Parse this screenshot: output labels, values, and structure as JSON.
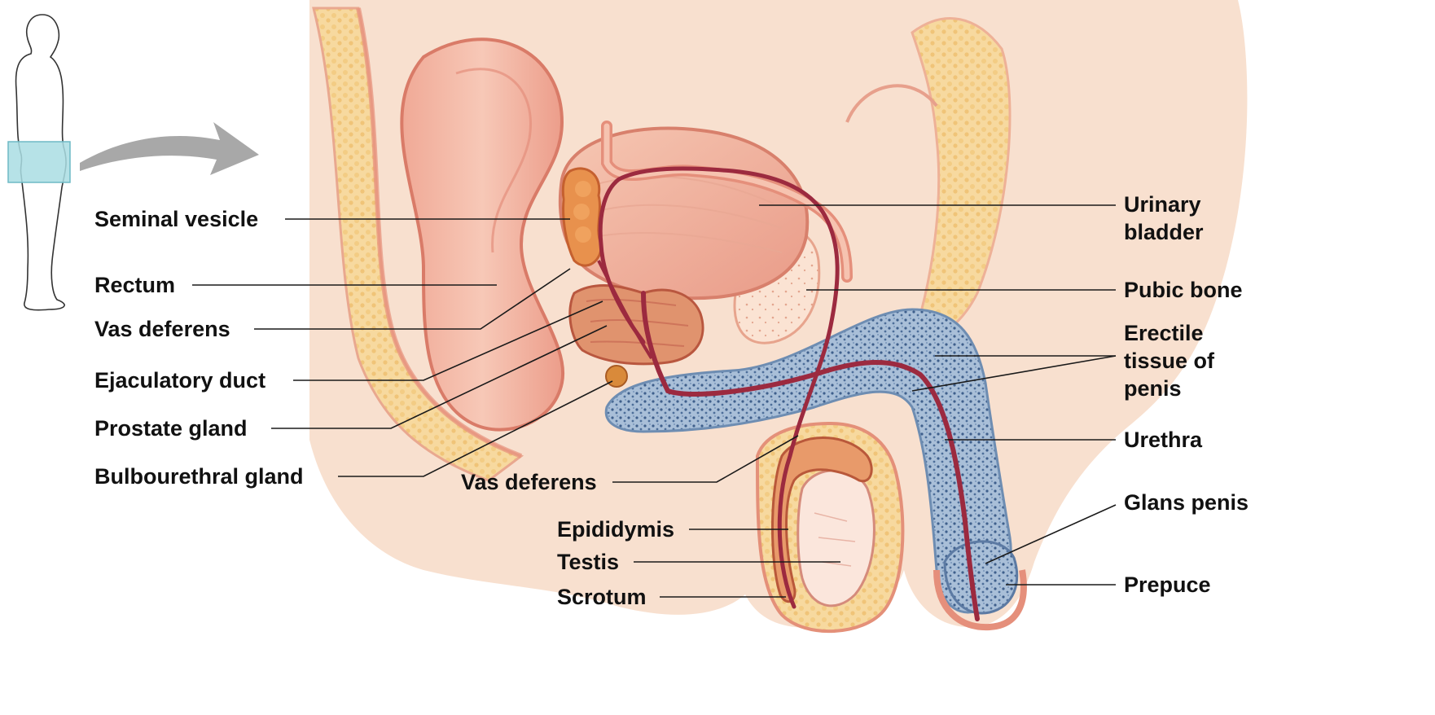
{
  "labels": {
    "seminal_vesicle": "Seminal vesicle",
    "rectum": "Rectum",
    "vas_deferens_upper": "Vas deferens",
    "ejaculatory_duct": "Ejaculatory duct",
    "prostate_gland": "Prostate gland",
    "bulbourethral_gland": "Bulbourethral gland",
    "vas_deferens_lower": "Vas deferens",
    "epididymis": "Epididymis",
    "testis": "Testis",
    "scrotum": "Scrotum",
    "urinary_bladder_line1": "Urinary",
    "urinary_bladder_line2": "bladder",
    "pubic_bone": "Pubic bone",
    "erectile_line1": "Erectile",
    "erectile_line2": "tissue of",
    "erectile_line3": "penis",
    "urethra": "Urethra",
    "glans_penis": "Glans penis",
    "prepuce": "Prepuce"
  },
  "colors": {
    "background": "#ffffff",
    "tissue_pale": "#f7d9c4",
    "tissue_pink": "#f2b8a6",
    "muscle_red": "#e58a7a",
    "fat_yellow": "#f6d79a",
    "erectile_blue": "#9db4cf",
    "duct_red": "#b2334a",
    "highlight_box": "#a9dde3",
    "arrow_gray": "#a8a8a8",
    "leader_line": "#1a1a1a"
  },
  "icons": {
    "body_outline": "human-figure-side-view-icon",
    "region_box": "pelvic-region-highlight-box",
    "pointer": "curved-arrow-icon"
  }
}
